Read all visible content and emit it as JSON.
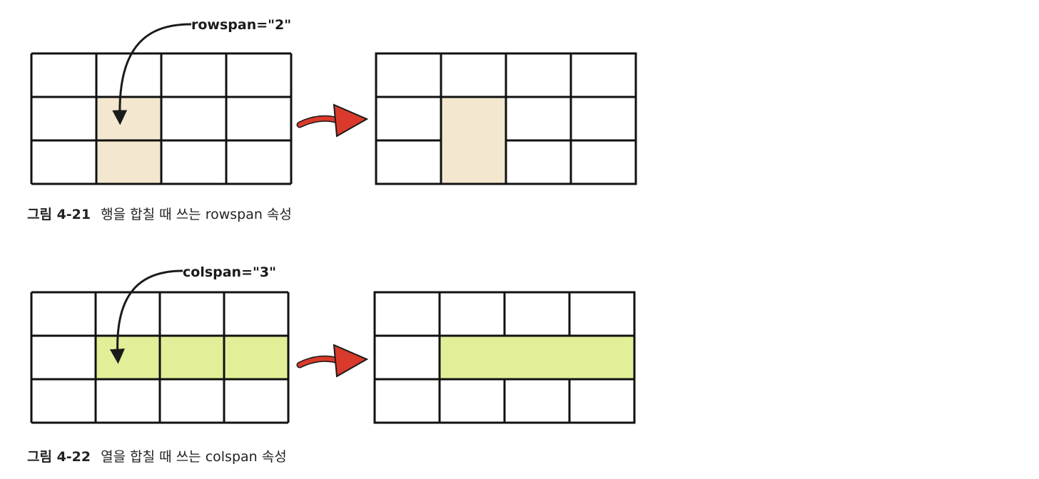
{
  "figures": [
    {
      "id": "rowspan",
      "annotation": "rowspan=\"2\"",
      "caption_number": "그림 4-21",
      "caption_text": "행을 합칠 때 쓰는 rowspan 속성",
      "rows": 3,
      "cols": 4,
      "highlight": {
        "row": 1,
        "col": 1,
        "rowspan": 2,
        "colspan": 1
      }
    },
    {
      "id": "colspan",
      "annotation": "colspan=\"3\"",
      "caption_number": "그림 4-22",
      "caption_text": "열을 합칠 때 쓰는 colspan 속성",
      "rows": 3,
      "cols": 4,
      "highlight": {
        "row": 1,
        "col": 1,
        "rowspan": 1,
        "colspan": 3
      }
    }
  ],
  "colors": {
    "rowspan_fill": "#f3e8cf",
    "colspan_fill": "#e3ee98",
    "grid_line": "#111111",
    "arrow": "#d93a2b",
    "arrow_stroke": "#1a1a1a"
  }
}
